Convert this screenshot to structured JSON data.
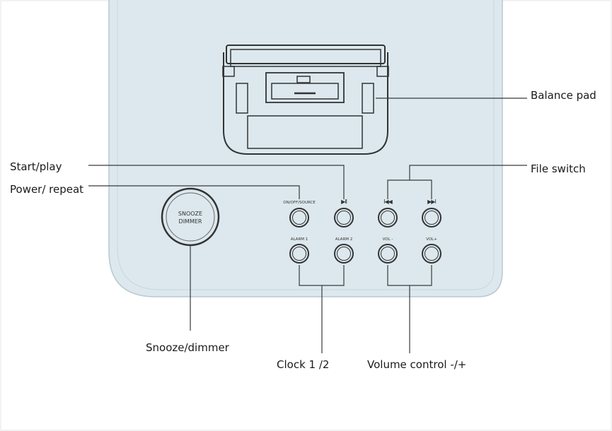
{
  "device": {
    "snooze_button": {
      "line1": "SNOOZE",
      "line2": "DIMMER"
    },
    "buttons": {
      "on_off_source": "ON/OFF/SOURCE",
      "play_pause": "▶II",
      "prev": "I◀◀",
      "next": "▶▶I",
      "alarm1": "ALARM 1",
      "alarm2": "ALARM 2",
      "vol_down": "VOL -",
      "vol_up": "VOL+"
    }
  },
  "callouts": {
    "balance_pad": "Balance pad",
    "start_play": "Start/play",
    "power_repeat": "Power/ repeat",
    "file_switch": "File switch",
    "snooze_dimmer": "Snooze/dimmer",
    "clock": "Clock 1 /2",
    "volume": "Volume control -/+"
  },
  "colors": {
    "panel_fill": "#dce8ee",
    "panel_stroke": "#b9c9d1",
    "line": "#3a3a3a"
  }
}
